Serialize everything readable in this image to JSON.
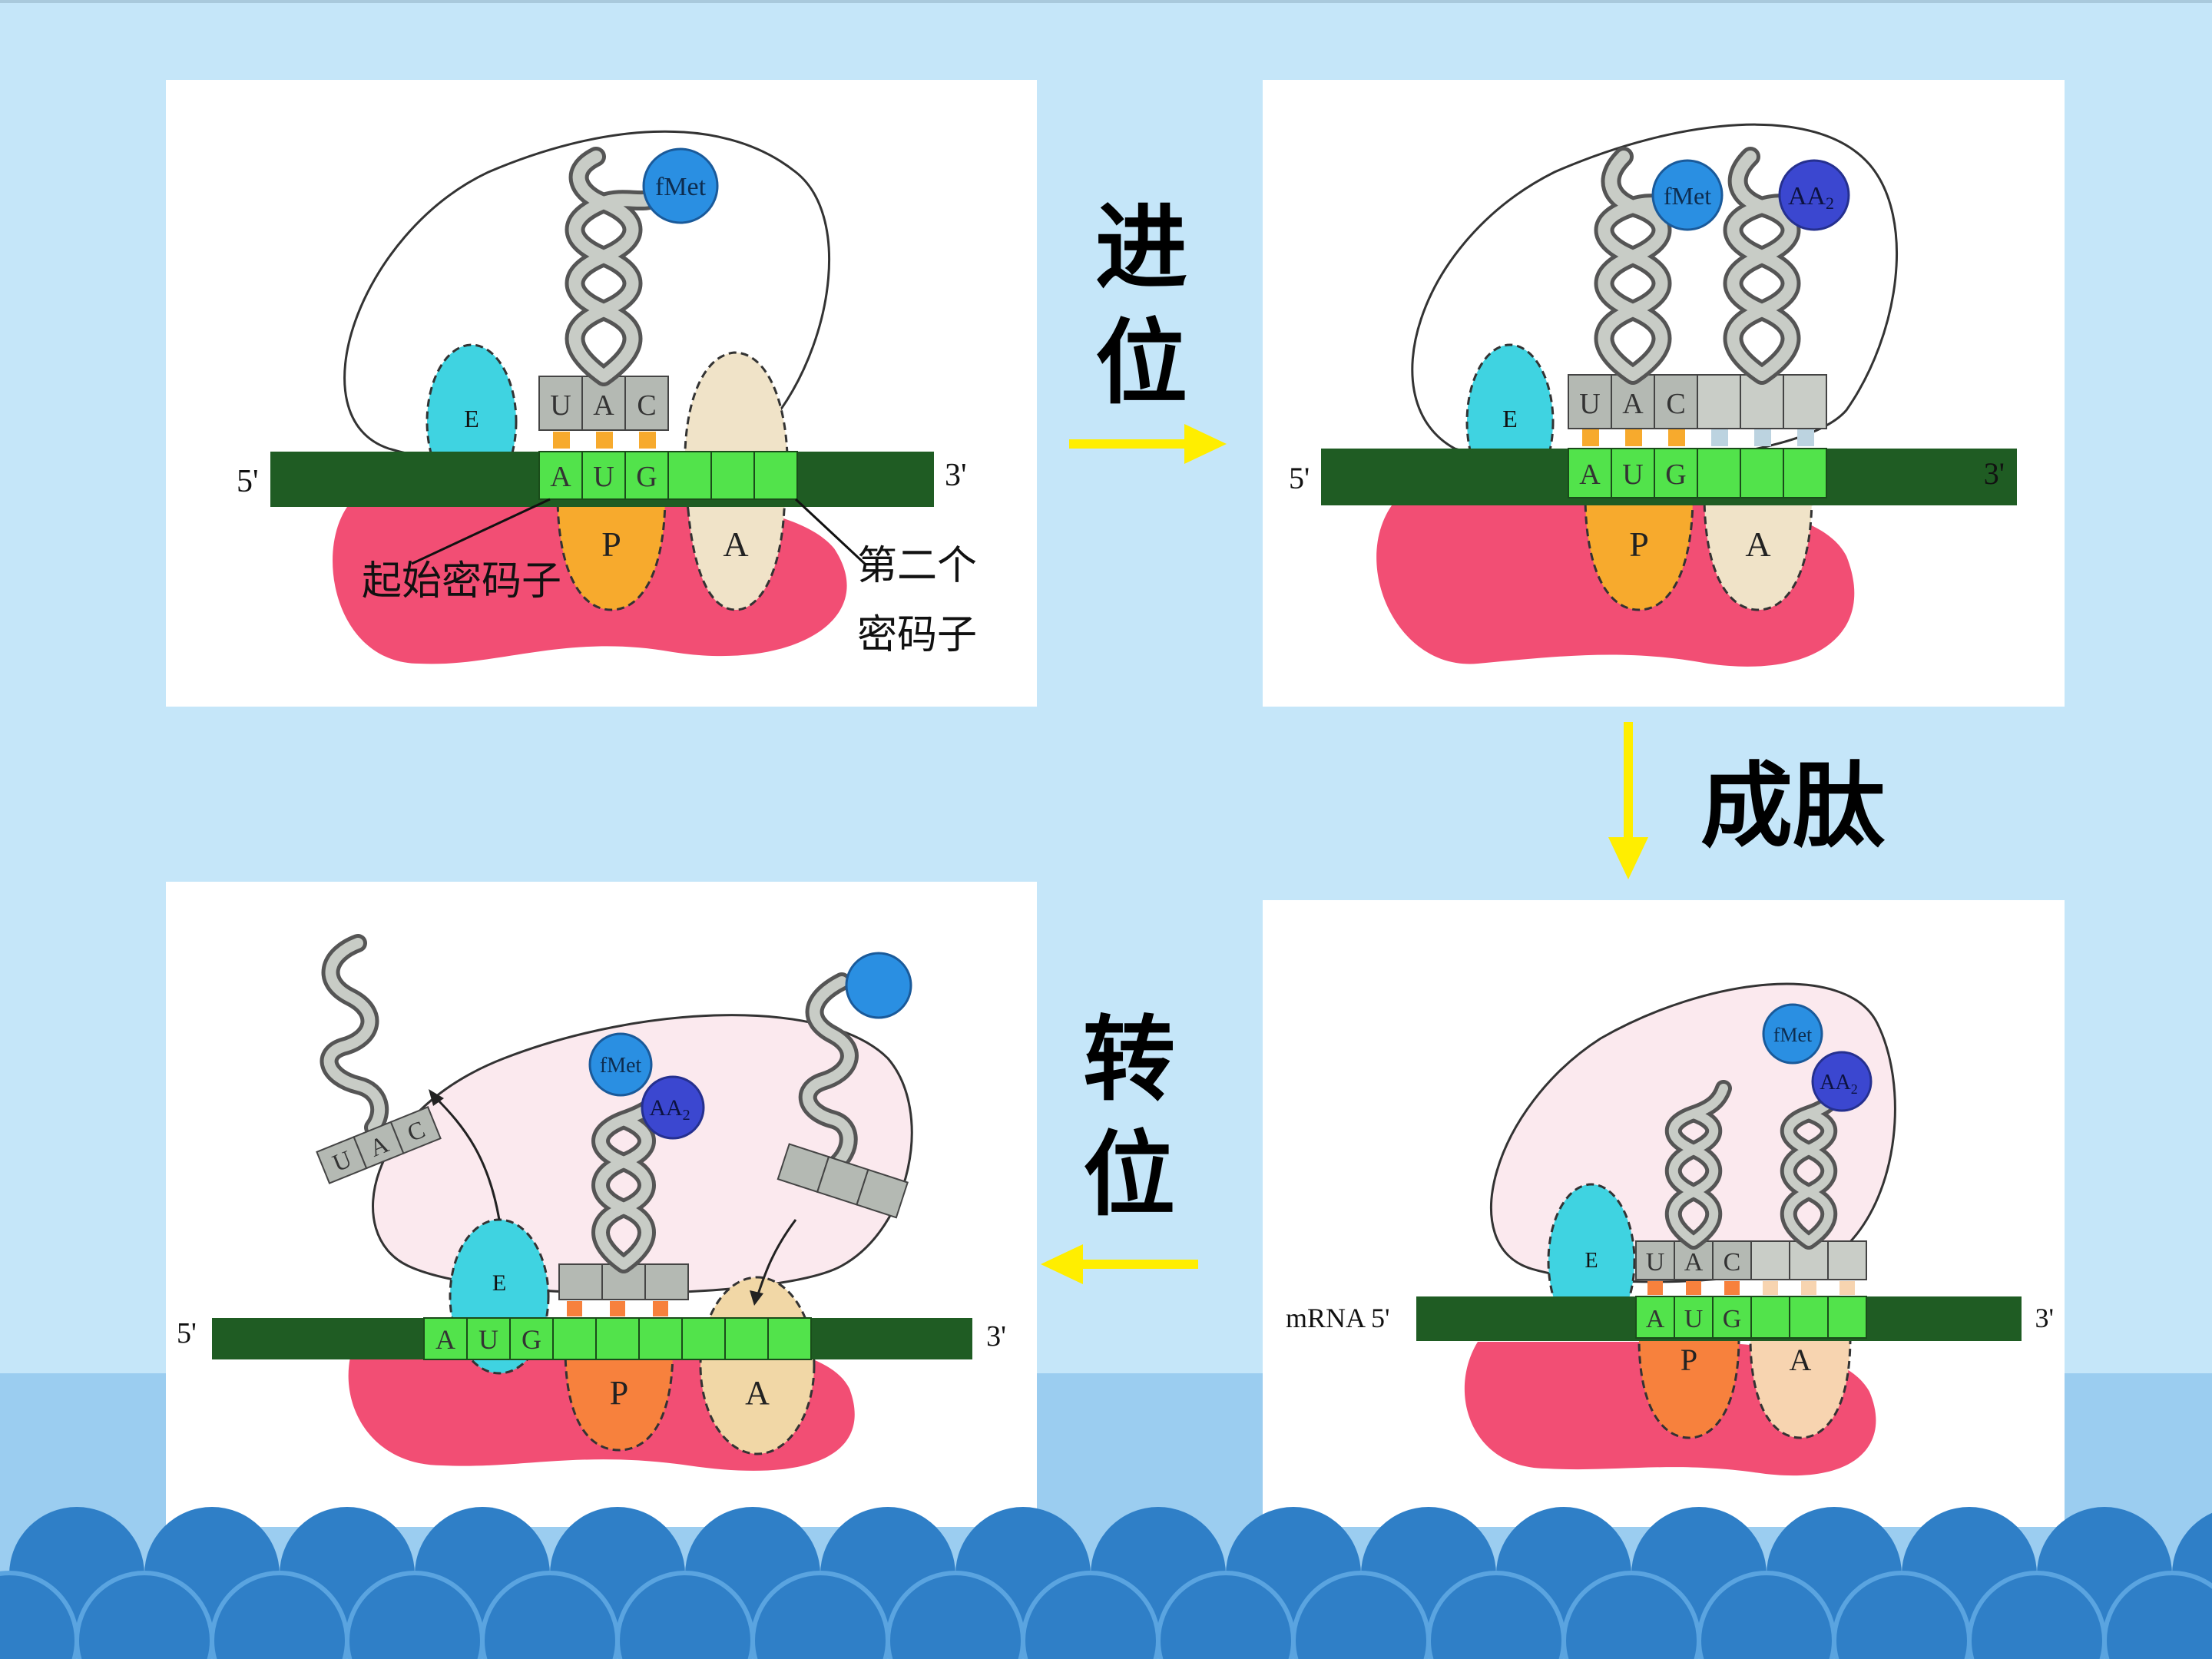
{
  "steps": {
    "advance": "进位",
    "advance_chars": [
      "进",
      "位"
    ],
    "peptide": "成肽",
    "translocation": "转位",
    "translocation_chars": [
      "转",
      "位"
    ]
  },
  "labels": {
    "five_prime": "5'",
    "three_prime": "3'",
    "mrna_five_prime": "mRNA 5'",
    "start_codon": "起始密码子",
    "second_codon_line1": "第二个",
    "second_codon_line2": "密码子"
  },
  "sites": {
    "e": "E",
    "p": "P",
    "a": "A"
  },
  "codon": [
    "A",
    "U",
    "G"
  ],
  "anticodon": [
    "U",
    "A",
    "C"
  ],
  "amino_acids": {
    "fmet": "fMet",
    "aa2": "AA",
    "aa2_sub": "2"
  },
  "colors": {
    "background": "#c5e6f9",
    "mrna_dark": "#1f5c23",
    "mrna_light": "#52e34b",
    "ribosome_large": "#fbe9ee",
    "ribosome_small": "#f24e74",
    "site_e": "#3fd3e1",
    "site_p": "#f7aa2d",
    "site_a": "#f0e3c8",
    "fmet": "#2a8fe2",
    "aa2": "#3b47d0",
    "arrow": "#ffee00",
    "wave": "#2f7fc7"
  }
}
